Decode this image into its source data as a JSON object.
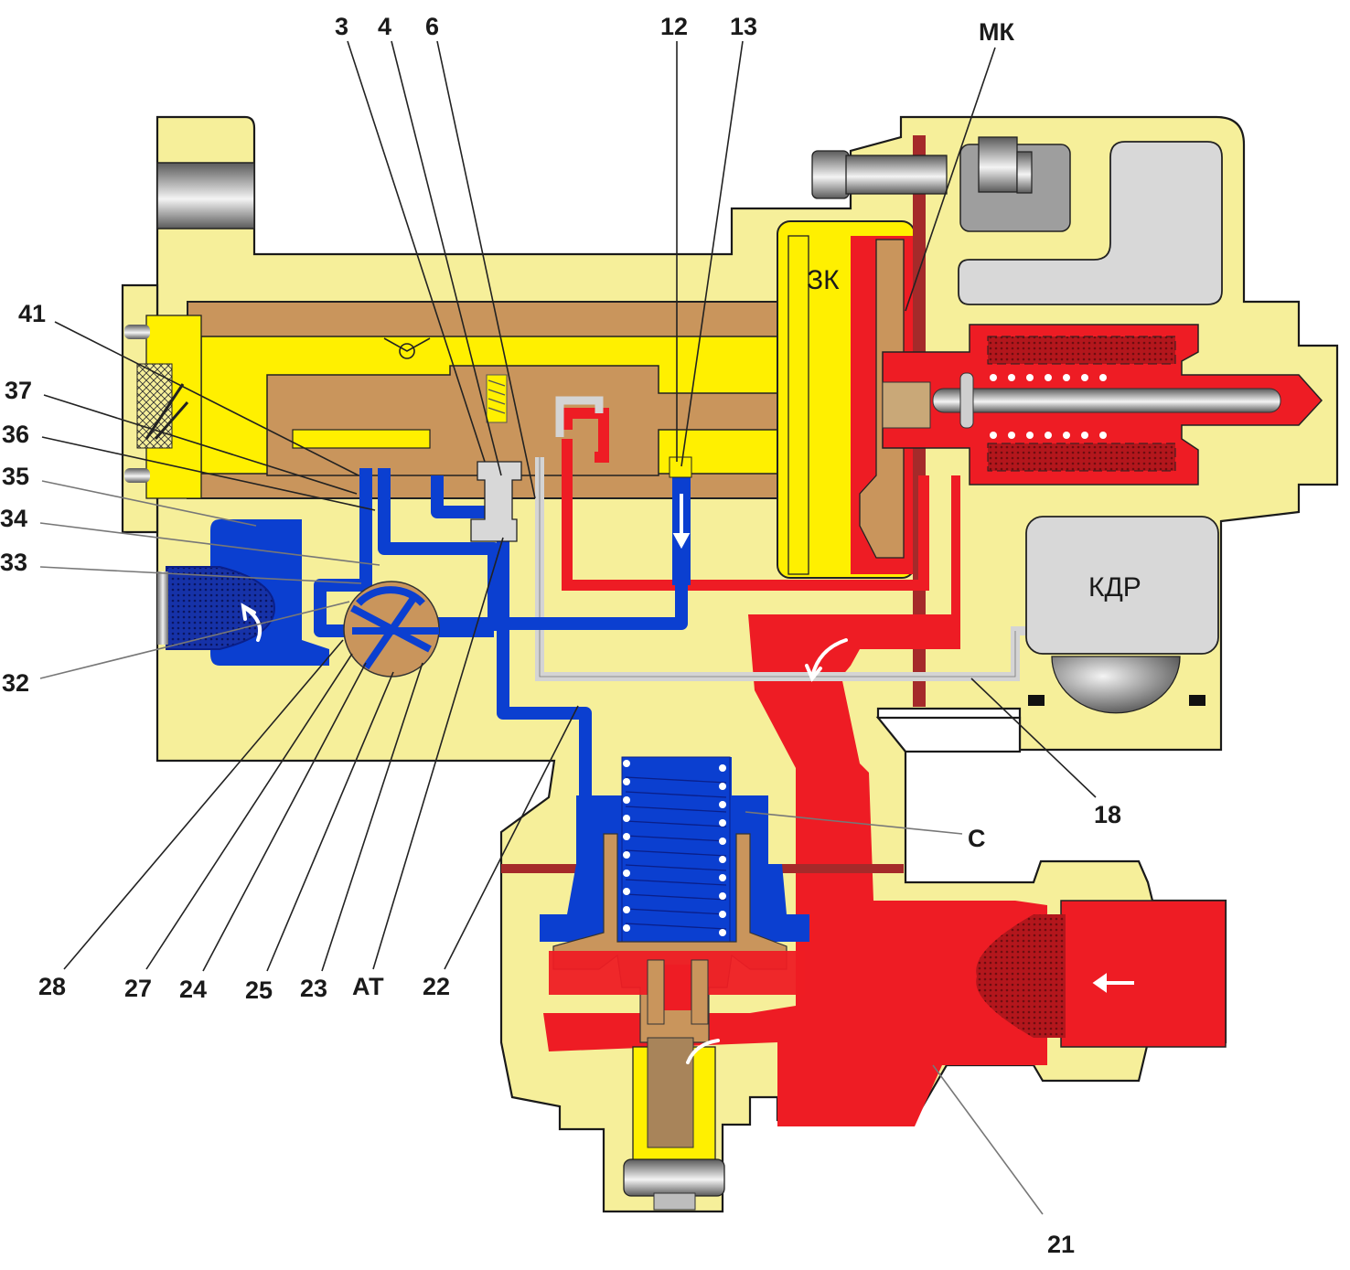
{
  "figure": {
    "colors": {
      "body": "#f6ef9a",
      "chamber_yellow": "#fff000",
      "piston_bronze": "#c9955c",
      "pressure_red": "#ee1c24",
      "dark_red": "#a52a2a",
      "control_blue": "#0b3fd0",
      "dark_blue": "#0a1f8a",
      "steel_grey": "#d8d8d8",
      "dark_grey": "#8c8c8c",
      "outline": "#1a1a1a"
    },
    "inner_labels": {
      "zk": "ЗК",
      "kdr": "КДР"
    },
    "callouts": {
      "c3": "3",
      "c4": "4",
      "c6": "6",
      "c12": "12",
      "c13": "13",
      "mk": "МК",
      "c41": "41",
      "c37": "37",
      "c36": "36",
      "c35": "35",
      "c34": "34",
      "c33": "33",
      "c32": "32",
      "c28": "28",
      "c27": "27",
      "c24": "24",
      "c25": "25",
      "c23": "23",
      "at": "АТ",
      "c22": "22",
      "c18": "18",
      "c": "С",
      "c21": "21"
    },
    "icons": {
      "flow_arrows": "curved-arrow-icon",
      "direction_arrows": "straight-arrow-icon"
    }
  }
}
